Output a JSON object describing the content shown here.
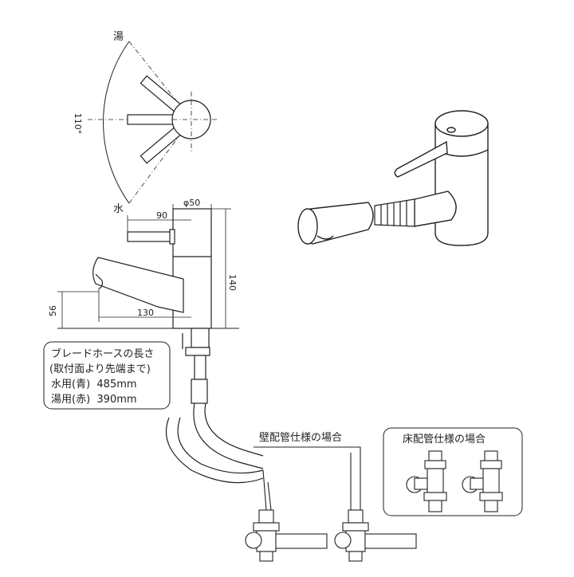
{
  "rotation": {
    "hot_label": "湯",
    "cold_label": "水",
    "angle_label": "110°"
  },
  "dimensions": {
    "lever_length": "90",
    "body_diameter": "φ50",
    "height": "140",
    "spout_height": "56",
    "spout_reach": "130"
  },
  "hose_note": {
    "line1": "ブレードホースの長さ",
    "line2": "(取付面より先端まで)",
    "line3": "水用(青)  485mm",
    "line4": "湯用(赤)  390mm"
  },
  "wall_piping_label": "壁配管仕様の場合",
  "floor_piping_label": "床配管仕様の場合"
}
